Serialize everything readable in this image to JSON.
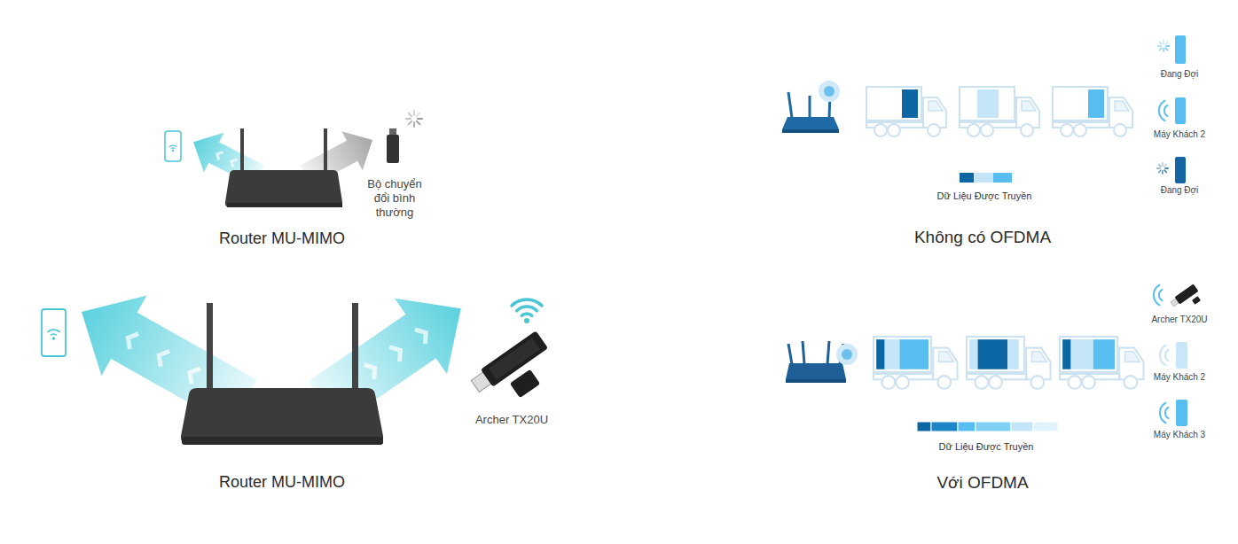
{
  "diagram": {
    "labels": [
      "Bộ chuyển đổi bình thường",
      "Router MU-MIMO",
      "Đang Đợi",
      "Máy Khách 2",
      "Dữ Liệu Được Truyền",
      "Đang Đợi",
      "Không có OFDMA",
      "Archer TX20U",
      "Router MU-MIMO",
      "Archer TX20U",
      "Máy Khách 2",
      "Dữ Liệu Được Truyền",
      "Máy Khách 3",
      "Với OFDMA"
    ]
  }
}
